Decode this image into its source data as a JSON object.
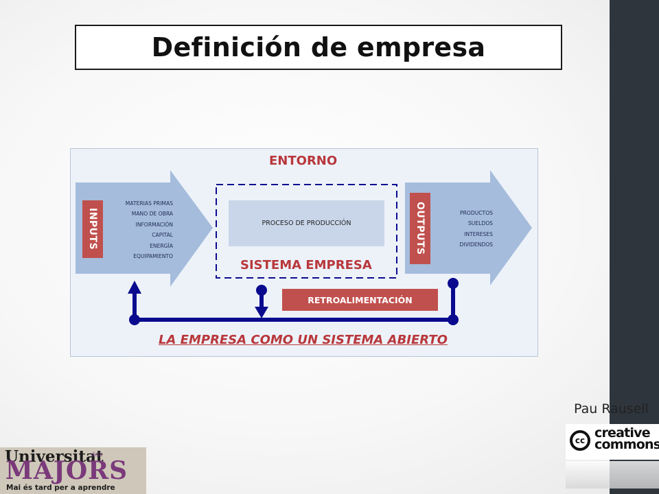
{
  "slide": {
    "title": "Definición de empresa"
  },
  "diagram": {
    "entorno": "ENTORNO",
    "inputs_label": "INPUTS",
    "inputs_items": [
      "MATERIAS PRIMAS",
      "MANO DE OBRA",
      "INFORMACIÓN",
      "CAPITAL",
      "ENERGÍA",
      "EQUIPAMIENTO"
    ],
    "process": "PROCESO DE PRODUCCIÓN",
    "system": "SISTEMA EMPRESA",
    "outputs_label": "OUTPUTS",
    "outputs_items": [
      "PRODUCTOS",
      "SUELDOS",
      "INTERESES",
      "DIVIDENDOS"
    ],
    "feedback": "RETROALIMENTACIÓN",
    "caption": "LA EMPRESA COMO UN SISTEMA ABIERTO"
  },
  "footer": {
    "author": "Pau Rausell",
    "license_mark": "cc",
    "license_line1": "creative",
    "license_line2": "commons",
    "logo_line1": "Universitat",
    "logo_small": "dels",
    "logo_line2": "MAJORS",
    "logo_tagline": "Mai és tard per a aprendre"
  },
  "colors": {
    "accent": "#c0504d",
    "arrow": "#a5bcdc",
    "connector": "#0a0a8f",
    "panel": "#edf2f9",
    "dark_bar": "#2e353d"
  }
}
